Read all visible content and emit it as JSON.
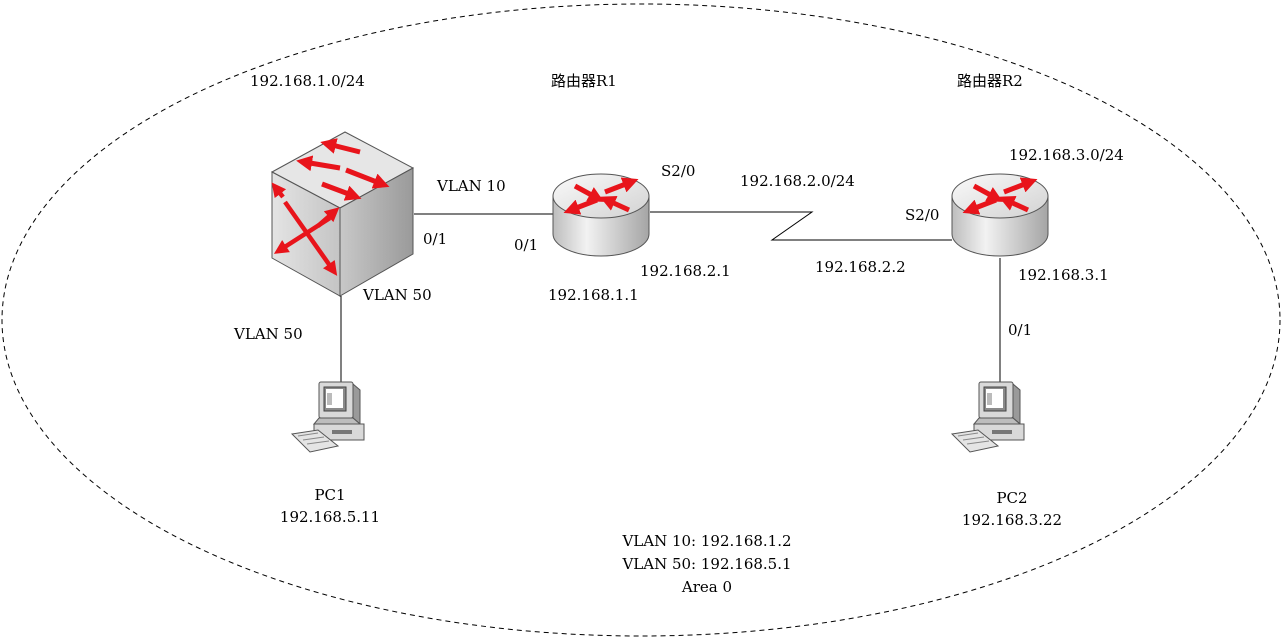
{
  "subnets": {
    "lan1": "192.168.1.0/24",
    "wan": "192.168.2.0/24",
    "lan3": "192.168.3.0/24"
  },
  "routers": {
    "r1": {
      "name": "路由器R1",
      "s2_port": "S2/0",
      "lan_port": "0/1",
      "lan_ip": "192.168.1.1",
      "wan_ip": "192.168.2.1"
    },
    "r2": {
      "name": "路由器R2",
      "s2_port": "S2/0",
      "lan_port": "0/1",
      "wan_ip": "192.168.2.2",
      "lan_ip": "192.168.3.1"
    }
  },
  "switch": {
    "vlan_uplink": "VLAN 10",
    "uplink_port": "0/1",
    "vlan_down": "VLAN 50"
  },
  "pc1": {
    "name": "PC1",
    "ip": "192.168.5.11",
    "vlan": "VLAN 50"
  },
  "pc2": {
    "name": "PC2",
    "ip": "192.168.3.22"
  },
  "notes": [
    "VLAN 10: 192.168.1.2",
    "VLAN 50: 192.168.5.1",
    "Area 0"
  ],
  "colors": {
    "arrow": "#e8141b",
    "device_body": "#d0d0d0",
    "line": "#000000"
  },
  "icons": {
    "switch": "l3-switch-icon",
    "router": "router-icon",
    "pc": "desktop-pc-icon"
  }
}
